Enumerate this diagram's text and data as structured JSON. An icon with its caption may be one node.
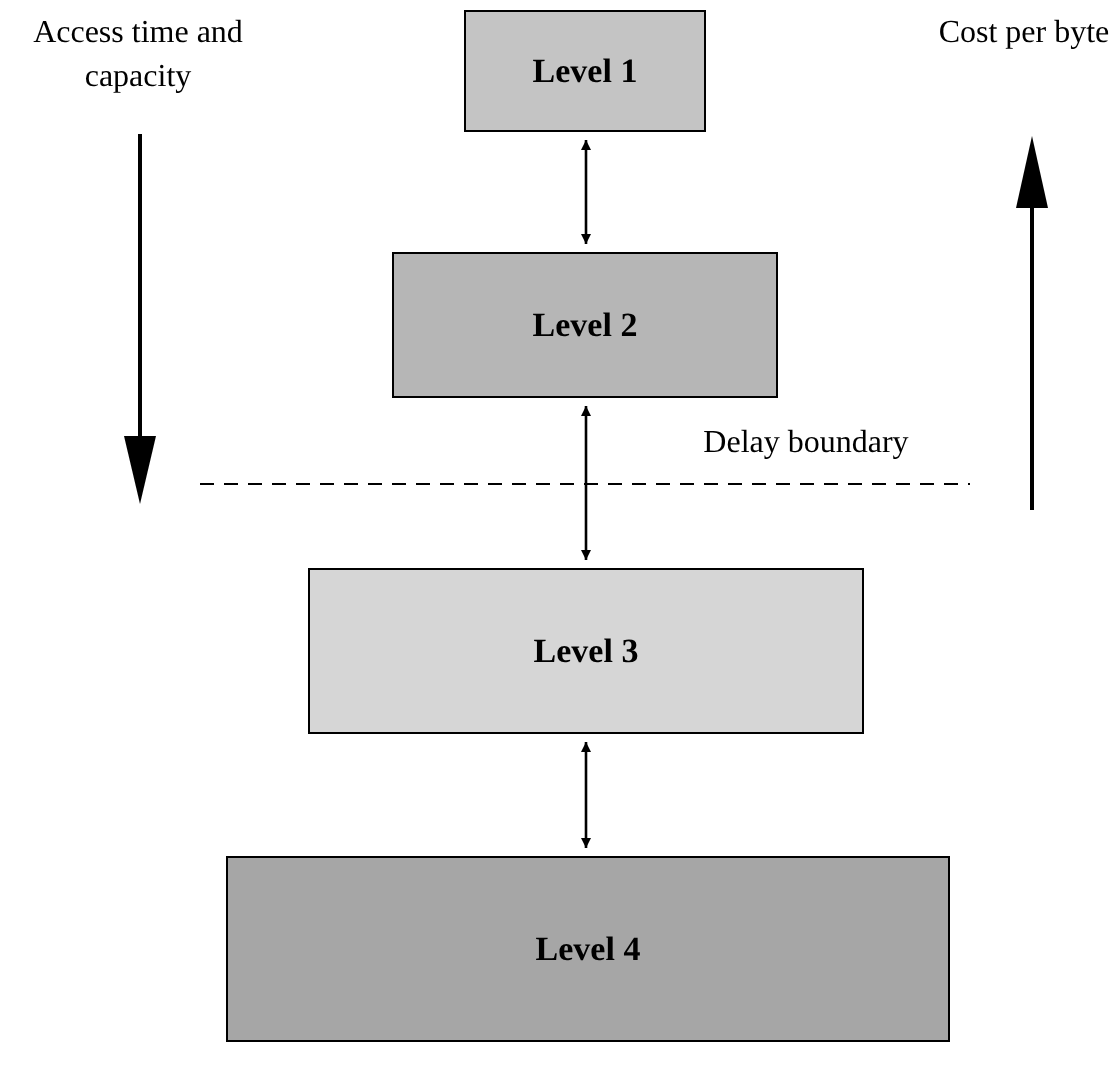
{
  "diagram": {
    "nodes": [
      {
        "text": [
          "Level 1"
        ]
      },
      {
        "text": [
          "Level 2"
        ]
      },
      {
        "text": [
          "Level 3"
        ]
      },
      {
        "text": [
          "Level 4"
        ]
      }
    ],
    "edges": [
      {
        "from": 0,
        "to": 1,
        "arrow": "both"
      },
      {
        "from": 1,
        "to": 2,
        "arrow": "both"
      },
      {
        "from": 2,
        "to": 3,
        "arrow": "both"
      }
    ],
    "labels": [
      "Access time and capacity",
      "Cost per byte",
      "Delay boundary"
    ]
  }
}
